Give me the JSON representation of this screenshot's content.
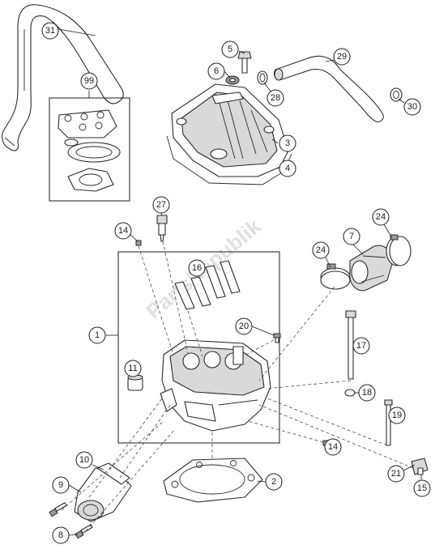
{
  "watermark": "PartsRepublik",
  "callouts": {
    "c1": "1",
    "c2": "2",
    "c3": "3",
    "c4": "4",
    "c5": "5",
    "c6": "6",
    "c7": "7",
    "c8": "8",
    "c9": "9",
    "c10": "10",
    "c11": "11",
    "c14a": "14",
    "c14b": "14",
    "c15": "15",
    "c16": "16",
    "c17": "17",
    "c18": "18",
    "c19": "19",
    "c20": "20",
    "c21": "21",
    "c24a": "24",
    "c24b": "24",
    "c27": "27",
    "c28": "28",
    "c29": "29",
    "c30": "30",
    "c31": "31",
    "c99": "99"
  }
}
